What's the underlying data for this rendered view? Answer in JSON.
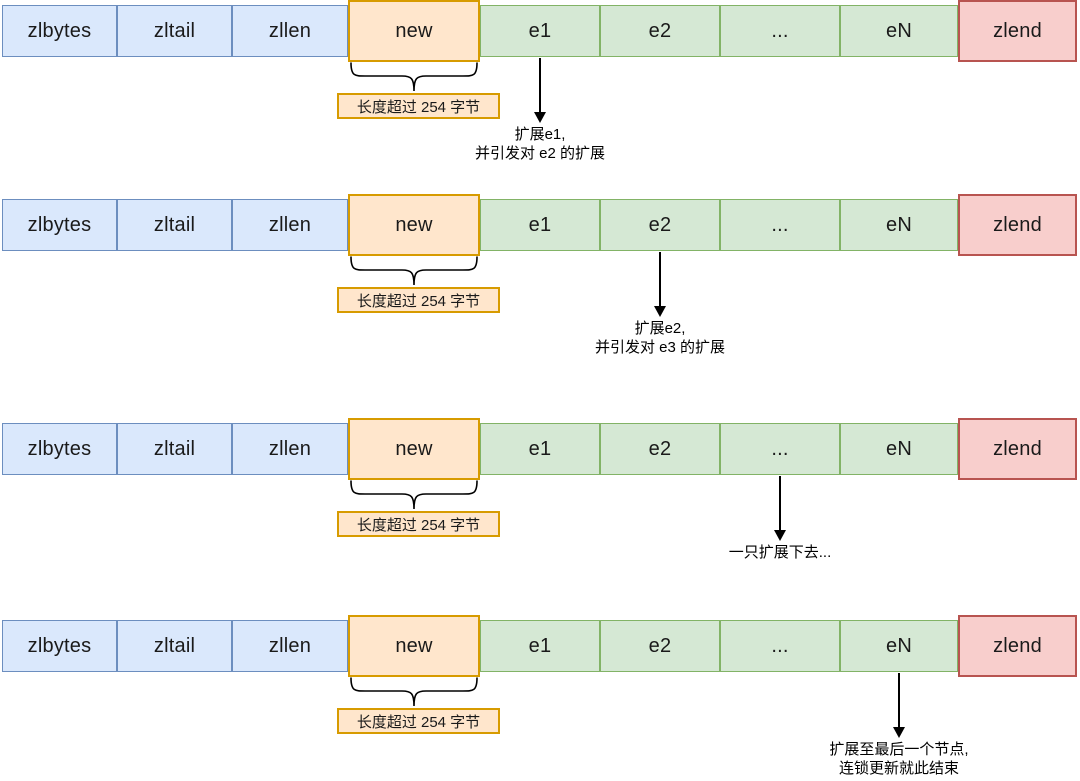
{
  "palette": {
    "blue_fill": "#dae8fc",
    "blue_border": "#6c8ebf",
    "orange_fill": "#ffe6cc",
    "orange_border": "#d79b00",
    "green_fill": "#d5e8d4",
    "green_border": "#82b366",
    "red_fill": "#f8cecc",
    "red_border": "#b85450",
    "line_color": "#000000",
    "text_color": "#1a1a1a"
  },
  "cells": [
    {
      "label": "zlbytes",
      "type": "blue"
    },
    {
      "label": "zltail",
      "type": "blue"
    },
    {
      "label": "zllen",
      "type": "blue"
    },
    {
      "label": "new",
      "type": "orange"
    },
    {
      "label": "e1",
      "type": "green"
    },
    {
      "label": "e2",
      "type": "green"
    },
    {
      "label": "...",
      "type": "green"
    },
    {
      "label": "eN",
      "type": "green"
    },
    {
      "label": "zlend",
      "type": "red"
    }
  ],
  "brace_label": "长度超过 254 字节",
  "rows": [
    {
      "arrow_from_cell": "e1",
      "arrow_cell_index": 4,
      "note_lines": [
        "扩展e1,",
        "并引发对 e2 的扩展"
      ]
    },
    {
      "arrow_from_cell": "e2",
      "arrow_cell_index": 5,
      "note_lines": [
        "扩展e2,",
        "并引发对 e3 的扩展"
      ]
    },
    {
      "arrow_from_cell": "...",
      "arrow_cell_index": 6,
      "note_lines": [
        "一只扩展下去..."
      ]
    },
    {
      "arrow_from_cell": "eN",
      "arrow_cell_index": 7,
      "note_lines": [
        "扩展至最后一个节点,",
        "连锁更新就此结束"
      ]
    }
  ]
}
